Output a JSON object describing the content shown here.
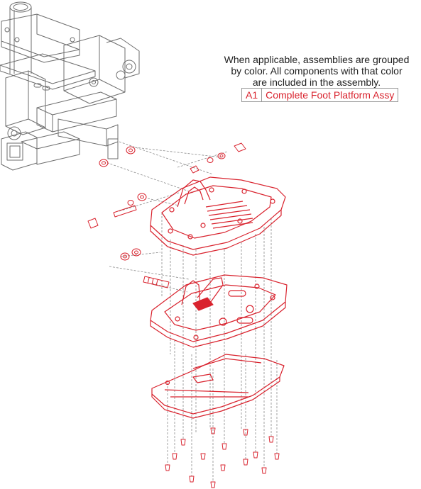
{
  "note": {
    "lines": [
      "When applicable, assemblies are grouped",
      "by color. All components with that color",
      "are included in the assembly."
    ]
  },
  "legend": {
    "code": "A1",
    "label": "Complete Foot Platform Assy"
  },
  "colors": {
    "assembly": "#d9232e",
    "frame": "#6e6e6e",
    "leader": "#8a8a8a"
  }
}
